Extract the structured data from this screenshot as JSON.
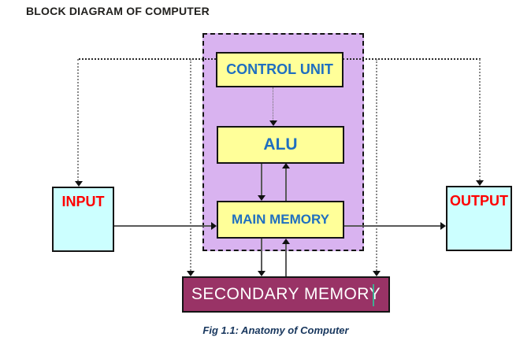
{
  "title": "BLOCK DIAGRAM OF COMPUTER",
  "caption": "Fig 1.1: Anatomy of Computer",
  "diagram": {
    "control_unit": "CONTROL UNIT",
    "alu": "ALU",
    "main_memory": "MAIN MEMORY",
    "input": "INPUT",
    "output": "OUTPUT",
    "secondary_memory": "SECONDARY MEMORY"
  },
  "colors": {
    "box-yellow": "#FFFF99",
    "box-cyan": "#CCFFFF",
    "box-maroon": "#993366",
    "cpu-purple": "#D9B3F0",
    "label-blue": "#1F6FC0",
    "label-red": "#FE0000",
    "title-dark": "#21201E",
    "caption-navy": "#17365D",
    "line-gray": "#595959",
    "cursor-teal": "#3FAE92"
  }
}
